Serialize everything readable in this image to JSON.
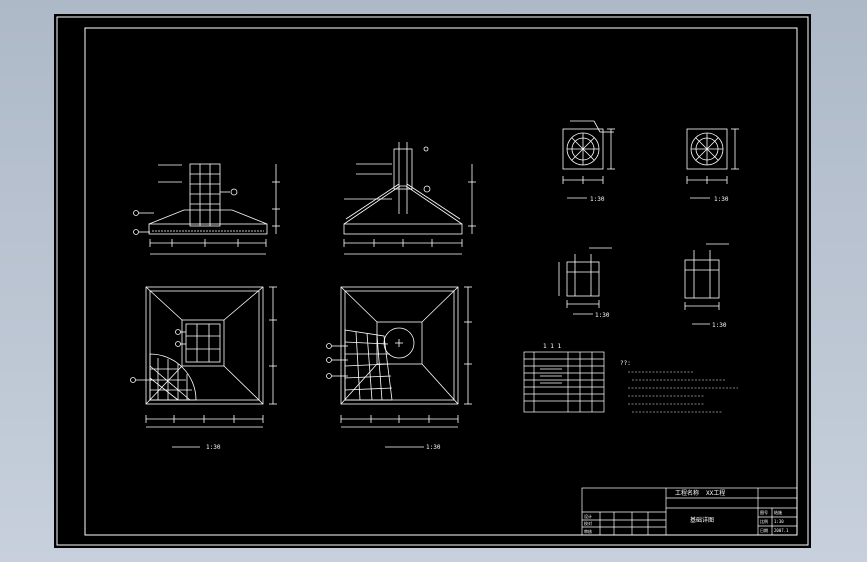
{
  "views": {
    "section_a_scale": "1:30",
    "section_b_scale": "1:30",
    "detail_c_scale": "1:30",
    "detail_d_scale": "1:30",
    "plan_left_scale": "1:30",
    "plan_right_scale": "1:30"
  },
  "table": {
    "title": "1 1 1"
  },
  "notes": {
    "heading": "??:"
  },
  "title_block": {
    "project": "工程名称",
    "item": "XX工程",
    "drawing_title": "基础详图",
    "labels": [
      "设计",
      "校对",
      "审核",
      "图号",
      "比例",
      "日期"
    ],
    "marks": [
      "结施",
      "1:30",
      "2007.1"
    ]
  },
  "colors": {
    "background": "#000000",
    "frame": "#ffffff",
    "lines": "#ffffff",
    "outside": "#b4bfcd"
  }
}
